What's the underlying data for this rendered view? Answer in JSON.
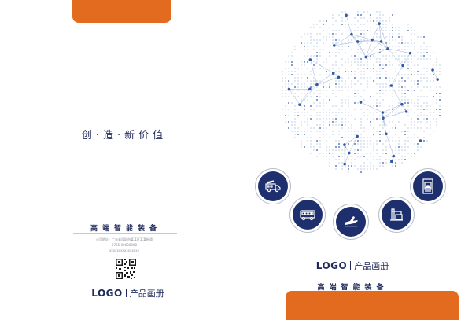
{
  "left_page": {
    "slogan": "创·造·新价值",
    "subtitle": "高端智能装备",
    "info_lines": [
      "公司地址：广东省深圳市某某区某某街道",
      "0755-00000000",
      "xxxxxxxxxxxxxxxx"
    ],
    "logo_text": "LOGO",
    "logo_caption": "产品画册"
  },
  "right_page": {
    "logo_text": "LOGO",
    "logo_caption": "产品画册",
    "subtitle": "高端智能装备"
  },
  "icons": [
    "fire-truck-icon",
    "bus-icon",
    "airplane-icon",
    "crane-icon",
    "elevator-icon"
  ],
  "colors": {
    "accent_orange": "#e26b1f",
    "navy": "#1e2f6e",
    "dot_blue": "#2f5aa8",
    "dot_light": "#c9d6ea"
  }
}
